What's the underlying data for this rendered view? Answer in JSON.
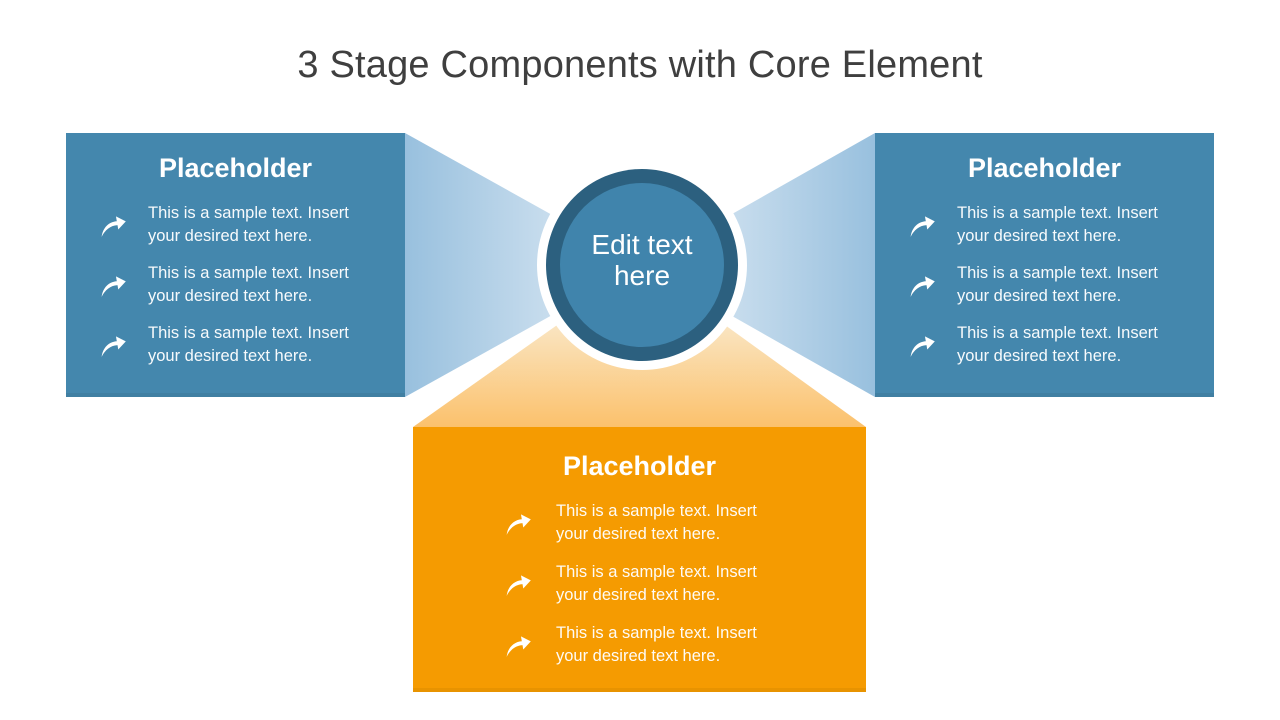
{
  "slide": {
    "title": "3 Stage Components with Core Element",
    "core": {
      "label": "Edit text here"
    },
    "boxes": [
      {
        "id": "left-stage",
        "title": "Placeholder",
        "items": [
          {
            "line1": "This is a sample text. Insert",
            "line2": "your desired text here."
          },
          {
            "line1": "This is a sample text. Insert",
            "line2": "your desired text here."
          },
          {
            "line1": "This is a sample text. Insert",
            "line2": "your desired text here."
          }
        ]
      },
      {
        "id": "right-stage",
        "title": "Placeholder",
        "items": [
          {
            "line1": "This is a sample text. Insert",
            "line2": "your desired text here."
          },
          {
            "line1": "This is a sample text. Insert",
            "line2": "your desired text here."
          },
          {
            "line1": "This is a sample text. Insert",
            "line2": "your desired text here."
          }
        ]
      },
      {
        "id": "bottom-stage",
        "title": "Placeholder",
        "items": [
          {
            "line1": "This is a sample text. Insert",
            "line2": "your desired text here."
          },
          {
            "line1": "This is a sample text. Insert",
            "line2": "your desired text here."
          },
          {
            "line1": "This is a sample text. Insert",
            "line2": "your desired text here."
          }
        ]
      }
    ],
    "icons": {
      "bullet": "curved-arrow-icon"
    },
    "colors": {
      "stage_blue": "#4487AD",
      "stage_orange": "#F59B01",
      "core_ring": "#2C607F",
      "core_fill": "#4084AC",
      "funnel_blue_start": "#98C0DE",
      "funnel_blue_end": "#E6EFF7",
      "funnel_orange_start": "#FAF3E3",
      "funnel_orange_end": "#FBC16C",
      "title_text": "#3F3F3F",
      "box_text": "#FFFFFF"
    }
  }
}
